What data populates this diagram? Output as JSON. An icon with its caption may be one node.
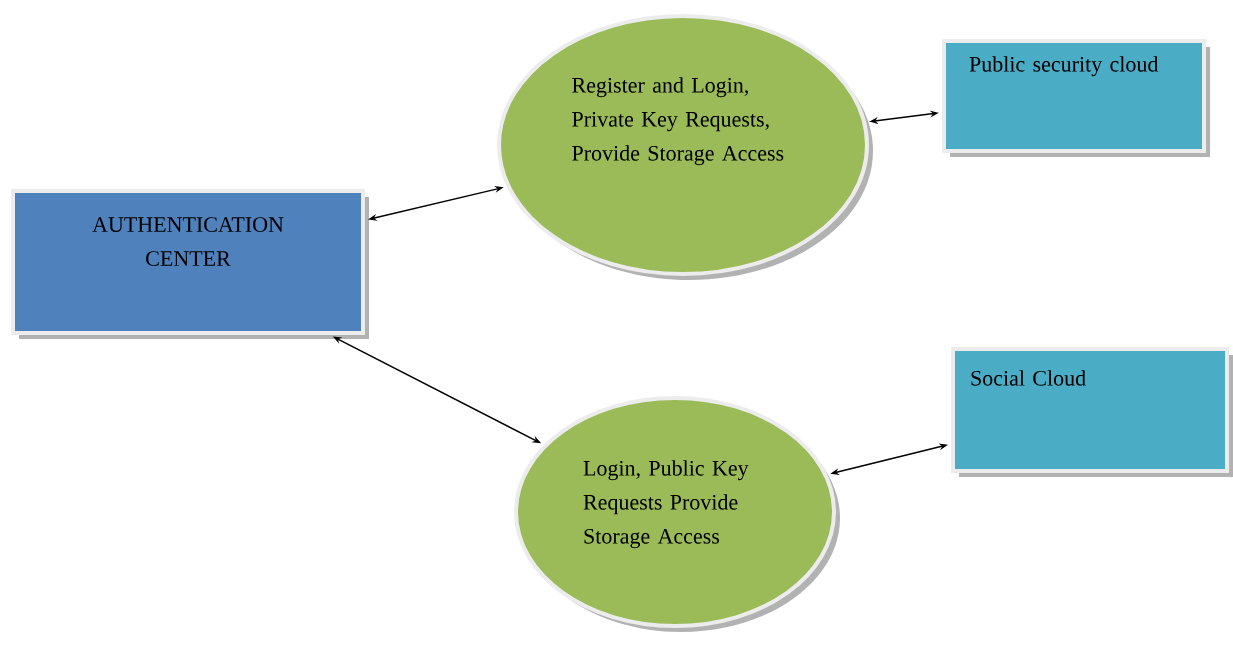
{
  "diagram": {
    "nodes": [
      {
        "text": [
          "AUTHENTICATION CENTER"
        ]
      },
      {
        "text": [
          "Register and Login, Private Key Requests, Provide Storage Access"
        ]
      },
      {
        "text": [
          "Public security cloud"
        ]
      },
      {
        "text": [
          "Login, Public Key Requests Provide Storage Access"
        ]
      },
      {
        "text": [
          "Social Cloud"
        ]
      }
    ],
    "edges": [
      {
        "from": 0,
        "to": 1,
        "arrow": "both"
      },
      {
        "from": 1,
        "to": 2,
        "arrow": "both"
      },
      {
        "from": 0,
        "to": 3,
        "arrow": "both"
      },
      {
        "from": 3,
        "to": 4,
        "arrow": "both"
      }
    ]
  }
}
